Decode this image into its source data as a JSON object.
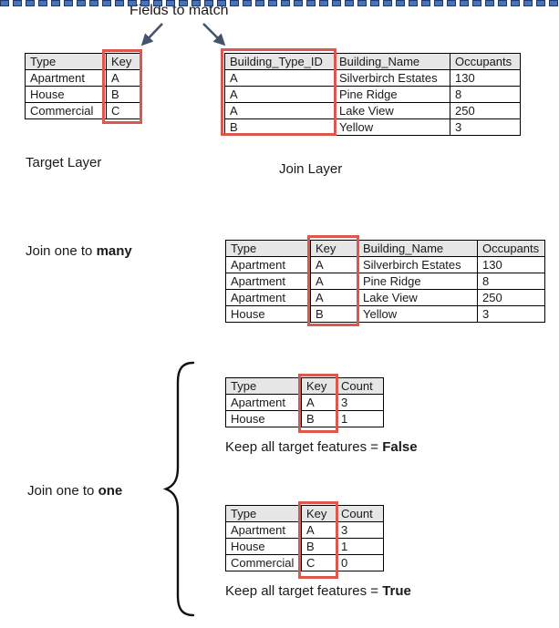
{
  "title": "Fields to match",
  "colors": {
    "highlight_red": "#de564c",
    "arrow_navy": "#44546a",
    "divider_fill": "#4472c4",
    "divider_border": "#1f3864",
    "table_header_bg": "#e7e6e6"
  },
  "target_layer": {
    "label": "Target Layer",
    "table": {
      "headers": [
        "Type",
        "Key"
      ],
      "rows": [
        [
          "Apartment",
          "A"
        ],
        [
          "House",
          "B"
        ],
        [
          "Commercial",
          "C"
        ]
      ]
    }
  },
  "join_layer": {
    "label": "Join Layer",
    "table": {
      "headers": [
        "Building_Type_ID",
        "Building_Name",
        "Occupants"
      ],
      "rows": [
        [
          "A",
          "Silverbirch Estates",
          "130"
        ],
        [
          "A",
          "Pine Ridge",
          "8"
        ],
        [
          "A",
          "Lake View",
          "250"
        ],
        [
          "B",
          "Yellow",
          "3"
        ]
      ]
    }
  },
  "join_one_to_many": {
    "label_prefix": "Join one to ",
    "label_bold": "many",
    "table": {
      "headers": [
        "Type",
        "Key",
        "Building_Name",
        "Occupants"
      ],
      "rows": [
        [
          "Apartment",
          "A",
          "Silverbirch Estates",
          "130"
        ],
        [
          "Apartment",
          "A",
          "Pine Ridge",
          "8"
        ],
        [
          "Apartment",
          "A",
          "Lake View",
          "250"
        ],
        [
          "House",
          "B",
          "Yellow",
          "3"
        ]
      ]
    }
  },
  "join_one_to_one": {
    "label_prefix": "Join one to ",
    "label_bold": "one",
    "false_case": {
      "table": {
        "headers": [
          "Type",
          "Key",
          "Count"
        ],
        "rows": [
          [
            "Apartment",
            "A",
            "3"
          ],
          [
            "House",
            "B",
            "1"
          ]
        ]
      },
      "caption_prefix": "Keep all target features = ",
      "caption_bold": "False"
    },
    "true_case": {
      "table": {
        "headers": [
          "Type",
          "Key",
          "Count"
        ],
        "rows": [
          [
            "Apartment",
            "A",
            "3"
          ],
          [
            "House",
            "B",
            "1"
          ],
          [
            "Commercial",
            "C",
            "0"
          ]
        ]
      },
      "caption_prefix": "Keep all target features = ",
      "caption_bold": "True"
    }
  }
}
